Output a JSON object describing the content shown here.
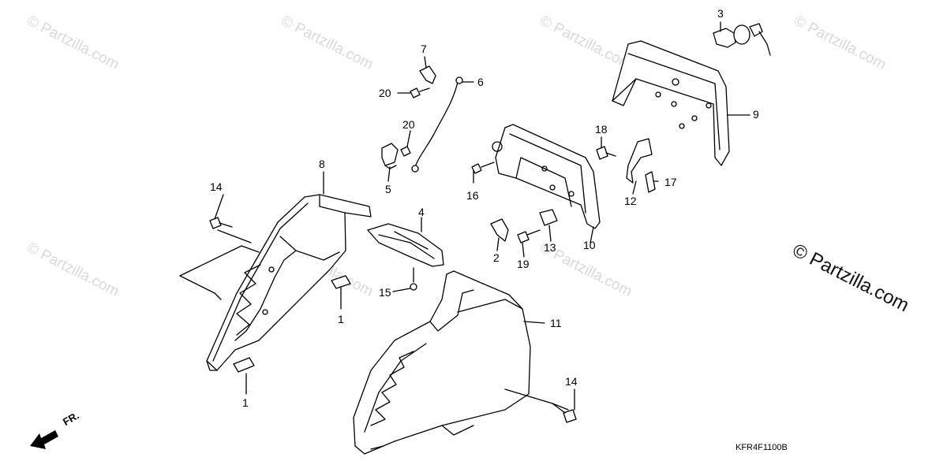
{
  "watermark_text": "© Partzilla.com",
  "main_watermark": "© Partzilla.com",
  "diagram_code": "KFR4F1100B",
  "front_indicator": "FR.",
  "callouts": [
    "1",
    "1",
    "2",
    "3",
    "4",
    "5",
    "6",
    "7",
    "8",
    "9",
    "10",
    "11",
    "12",
    "13",
    "14",
    "14",
    "15",
    "16",
    "17",
    "18",
    "19",
    "20",
    "20"
  ]
}
